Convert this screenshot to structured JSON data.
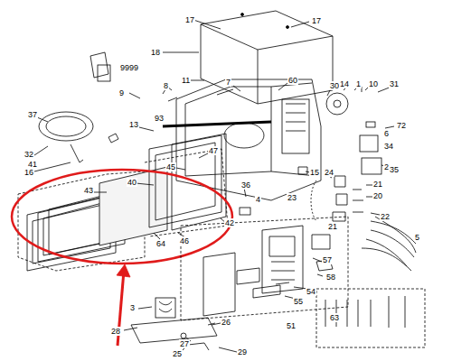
{
  "diagram": {
    "labels": [
      "17",
      "17",
      "18",
      "11",
      "9",
      "8",
      "7",
      "60",
      "30",
      "14",
      "1",
      "10",
      "31",
      "72",
      "6",
      "34",
      "2",
      "35",
      "9999",
      "37",
      "32",
      "16",
      "13",
      "93",
      "47",
      "45",
      "40",
      "43",
      "41",
      "36",
      "4",
      "15",
      "24",
      "23",
      "21",
      "20",
      "22",
      "21",
      "5",
      "42",
      "46",
      "64",
      "57",
      "58",
      "54",
      "55",
      "51",
      "3",
      "28",
      "27",
      "26",
      "25",
      "29",
      "63"
    ]
  }
}
